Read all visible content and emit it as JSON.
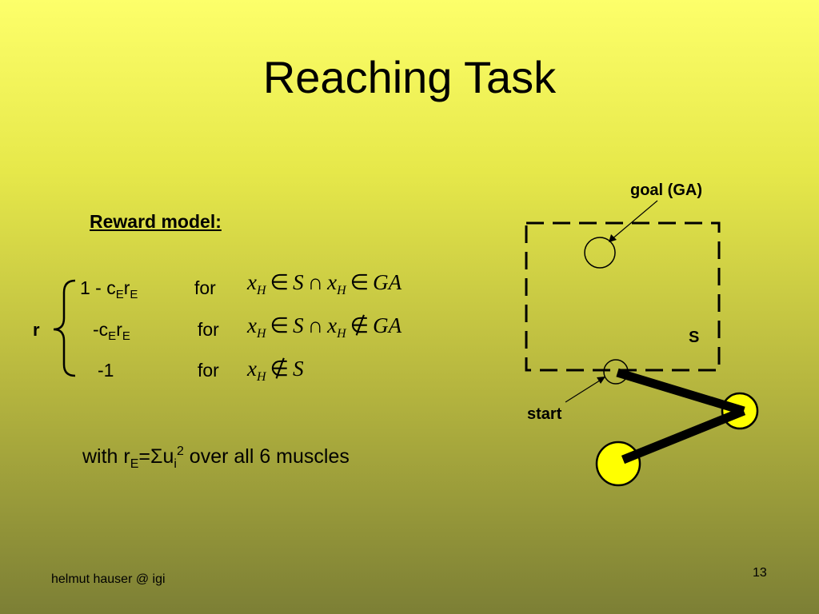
{
  "slide": {
    "title": "Reaching Task",
    "reward_label": "Reward model:",
    "r_symbol": "r",
    "cases": [
      {
        "lhs_main": "1 - c",
        "lhs_sub1": "E",
        "lhs_mid": "r",
        "lhs_sub2": "E",
        "for_label": "for",
        "math": {
          "x": "x",
          "h": "H",
          "op1": "∈",
          "s": "S",
          "cap": "∩",
          "x2": "x",
          "h2": "H",
          "op2": "∈",
          "ga": "GA"
        }
      },
      {
        "lhs_main": "-c",
        "lhs_sub1": "E",
        "lhs_mid": "r",
        "lhs_sub2": "E",
        "for_label": "for",
        "math": {
          "x": "x",
          "h": "H",
          "op1": "∈",
          "s": "S",
          "cap": "∩",
          "x2": "x",
          "h2": "H",
          "op2": "∉",
          "ga": "GA"
        }
      },
      {
        "lhs_main": "-1",
        "for_label": "for",
        "math": {
          "x": "x",
          "h": "H",
          "op1": "∉",
          "s": "S"
        }
      }
    ],
    "with_line": {
      "prefix": "with  r",
      "sub_e": "E",
      "eq": "=Σu",
      "sub_i": "i",
      "sup_2": "2",
      "suffix": " over all 6 muscles"
    },
    "diagram": {
      "goal_label": "goal (GA)",
      "start_label": "start",
      "s_label": "S"
    },
    "footer": "helmut hauser @ igi",
    "page_number": "13",
    "colors": {
      "joint_fill": "#ffff00",
      "arm": "#000000"
    }
  }
}
